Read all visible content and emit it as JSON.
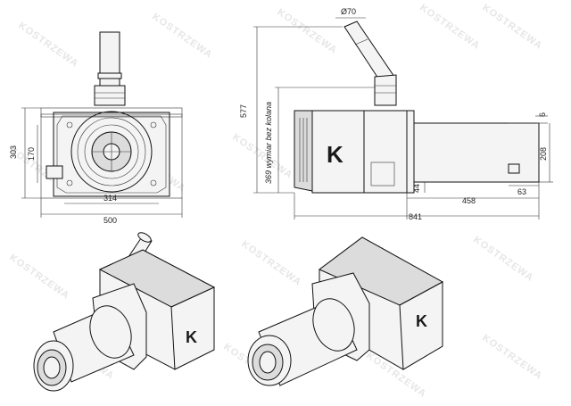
{
  "watermark": "KOSTRZEWA",
  "brand_letter": "K",
  "front_view": {
    "dims": {
      "height_303": "303",
      "height_170": "170",
      "width_314": "314",
      "width_500": "500"
    }
  },
  "side_view": {
    "dims": {
      "pipe_diameter": "Ø70",
      "height_577": "577",
      "height_369": "369 wymiar bez kolana",
      "gap_6": "6",
      "height_208": "208",
      "height_44": "44",
      "offset_63": "63",
      "length_458": "458",
      "length_841": "841"
    }
  }
}
